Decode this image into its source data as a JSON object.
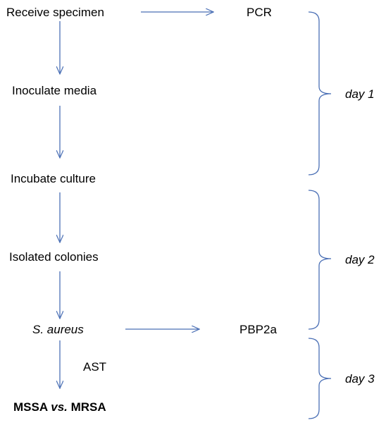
{
  "steps": {
    "receive": "Receive specimen",
    "inoculate": "Inoculate media",
    "incubate": "Incubate culture",
    "isolated": "Isolated colonies",
    "organism": "S. aureus",
    "result_a": "MSSA",
    "result_sep": "vs.",
    "result_b": "MRSA"
  },
  "branches": {
    "pcr": "PCR",
    "pbp2a": "PBP2a",
    "ast": "AST"
  },
  "days": {
    "day1": "day 1",
    "day2": "day 2",
    "day3": "day 3"
  },
  "colors": {
    "arrow": "#4a6fb5",
    "brace": "#4a6fb5"
  }
}
